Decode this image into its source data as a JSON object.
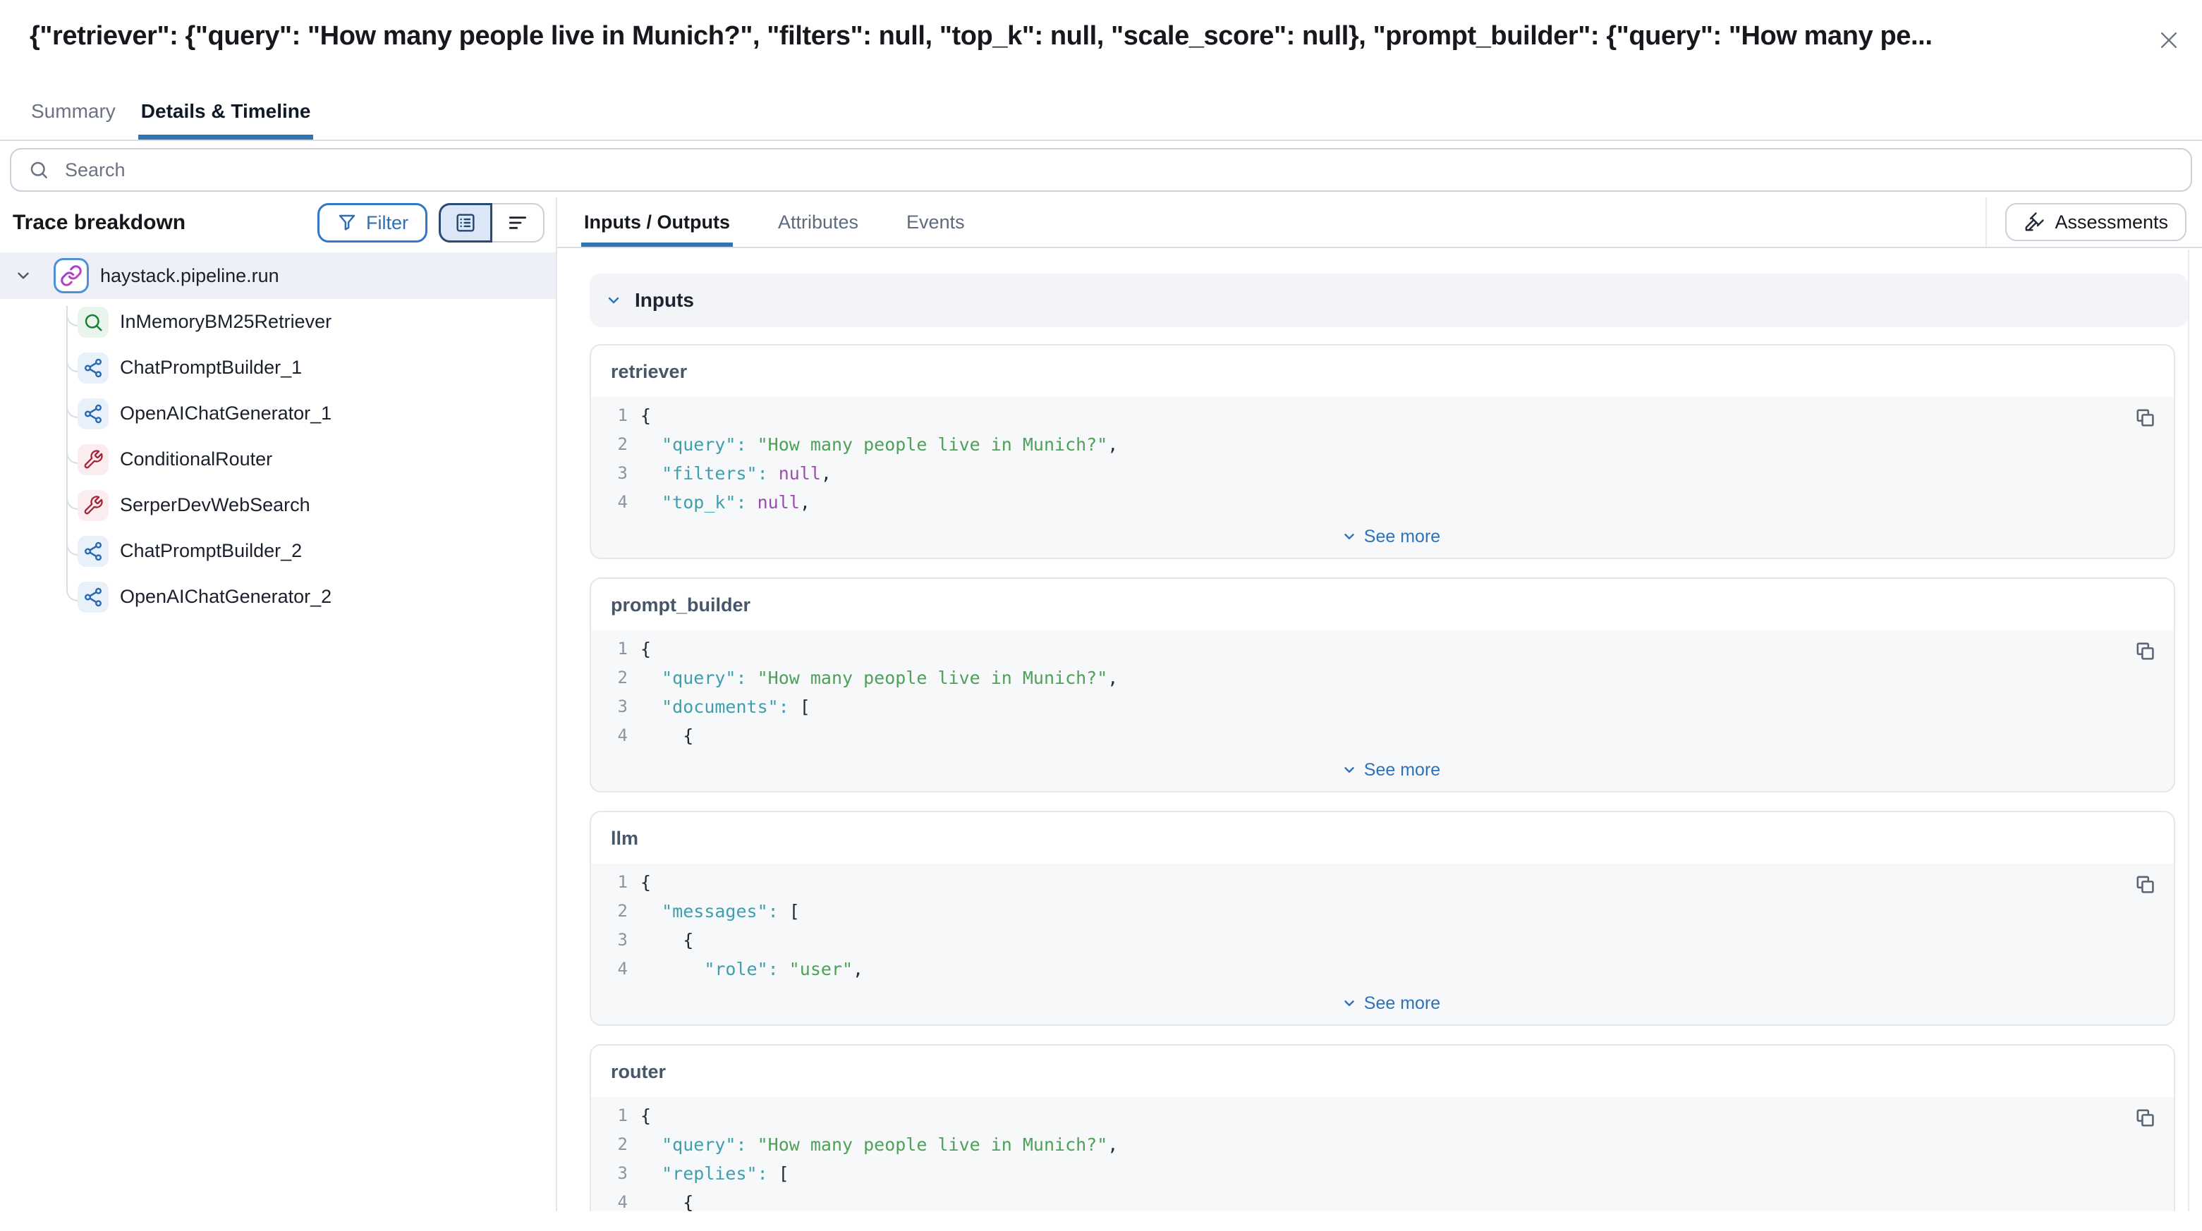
{
  "header": {
    "title": "{\"retriever\": {\"query\": \"How many people live in Munich?\", \"filters\": null, \"top_k\": null, \"scale_score\": null}, \"prompt_builder\": {\"query\": \"How many pe..."
  },
  "tabs": [
    {
      "label": "Summary",
      "active": false
    },
    {
      "label": "Details & Timeline",
      "active": true
    }
  ],
  "search": {
    "placeholder": "Search"
  },
  "sidebar": {
    "heading": "Trace breakdown",
    "filter_label": "Filter",
    "view_toggles": [
      "list-view",
      "timeline-view"
    ],
    "root": {
      "label": "haystack.pipeline.run",
      "icon": "link-icon"
    },
    "children": [
      {
        "label": "InMemoryBM25Retriever",
        "icon": "search-icon",
        "tint": "green"
      },
      {
        "label": "ChatPromptBuilder_1",
        "icon": "network-icon",
        "tint": "blue"
      },
      {
        "label": "OpenAIChatGenerator_1",
        "icon": "network-icon",
        "tint": "blue"
      },
      {
        "label": "ConditionalRouter",
        "icon": "wrench-icon",
        "tint": "red"
      },
      {
        "label": "SerperDevWebSearch",
        "icon": "wrench-icon",
        "tint": "red"
      },
      {
        "label": "ChatPromptBuilder_2",
        "icon": "network-icon",
        "tint": "blue"
      },
      {
        "label": "OpenAIChatGenerator_2",
        "icon": "network-icon",
        "tint": "blue"
      }
    ]
  },
  "detail": {
    "tabs": [
      {
        "label": "Inputs / Outputs",
        "active": true
      },
      {
        "label": "Attributes",
        "active": false
      },
      {
        "label": "Events",
        "active": false
      }
    ],
    "assessments_label": "Assessments",
    "section_title": "Inputs",
    "see_more_label": "See more",
    "cards": [
      {
        "name": "retriever",
        "lines": [
          {
            "n": 1,
            "segs": [
              [
                "p",
                "{"
              ]
            ]
          },
          {
            "n": 2,
            "segs": [
              [
                "p",
                "  "
              ],
              [
                "k",
                "\"query\":"
              ],
              [
                "p",
                " "
              ],
              [
                "s",
                "\"How many people live in Munich?\""
              ],
              [
                "p",
                ","
              ]
            ]
          },
          {
            "n": 3,
            "segs": [
              [
                "p",
                "  "
              ],
              [
                "k",
                "\"filters\":"
              ],
              [
                "p",
                " "
              ],
              [
                "n",
                "null"
              ],
              [
                "p",
                ","
              ]
            ]
          },
          {
            "n": 4,
            "segs": [
              [
                "p",
                "  "
              ],
              [
                "k",
                "\"top_k\":"
              ],
              [
                "p",
                " "
              ],
              [
                "n",
                "null"
              ],
              [
                "p",
                ","
              ]
            ]
          }
        ]
      },
      {
        "name": "prompt_builder",
        "lines": [
          {
            "n": 1,
            "segs": [
              [
                "p",
                "{"
              ]
            ]
          },
          {
            "n": 2,
            "segs": [
              [
                "p",
                "  "
              ],
              [
                "k",
                "\"query\":"
              ],
              [
                "p",
                " "
              ],
              [
                "s",
                "\"How many people live in Munich?\""
              ],
              [
                "p",
                ","
              ]
            ]
          },
          {
            "n": 3,
            "segs": [
              [
                "p",
                "  "
              ],
              [
                "k",
                "\"documents\":"
              ],
              [
                "p",
                " ["
              ]
            ]
          },
          {
            "n": 4,
            "segs": [
              [
                "p",
                "    {"
              ]
            ]
          }
        ]
      },
      {
        "name": "llm",
        "lines": [
          {
            "n": 1,
            "segs": [
              [
                "p",
                "{"
              ]
            ]
          },
          {
            "n": 2,
            "segs": [
              [
                "p",
                "  "
              ],
              [
                "k",
                "\"messages\":"
              ],
              [
                "p",
                " ["
              ]
            ]
          },
          {
            "n": 3,
            "segs": [
              [
                "p",
                "    {"
              ]
            ]
          },
          {
            "n": 4,
            "segs": [
              [
                "p",
                "      "
              ],
              [
                "k",
                "\"role\":"
              ],
              [
                "p",
                " "
              ],
              [
                "s",
                "\"user\""
              ],
              [
                "p",
                ","
              ]
            ]
          }
        ]
      },
      {
        "name": "router",
        "lines": [
          {
            "n": 1,
            "segs": [
              [
                "p",
                "{"
              ]
            ]
          },
          {
            "n": 2,
            "segs": [
              [
                "p",
                "  "
              ],
              [
                "k",
                "\"query\":"
              ],
              [
                "p",
                " "
              ],
              [
                "s",
                "\"How many people live in Munich?\""
              ],
              [
                "p",
                ","
              ]
            ]
          },
          {
            "n": 3,
            "segs": [
              [
                "p",
                "  "
              ],
              [
                "k",
                "\"replies\":"
              ],
              [
                "p",
                " ["
              ]
            ]
          },
          {
            "n": 4,
            "segs": [
              [
                "p",
                "    {"
              ]
            ]
          }
        ]
      }
    ]
  },
  "colors": {
    "accent_blue": "#2e74b7",
    "filter_blue": "#3377c5",
    "selected_row_bg": "#edf1f7",
    "code_bg": "#f6f8fa",
    "json_key": "#3f9fae",
    "json_string": "#4fa058",
    "json_null": "#9b4dae",
    "tint_green": "#e9f4ec",
    "tint_blue": "#e8f0fa",
    "tint_red": "#fbedef",
    "link_gradient_start": "#7c3aed",
    "link_gradient_end": "#ec4899"
  }
}
